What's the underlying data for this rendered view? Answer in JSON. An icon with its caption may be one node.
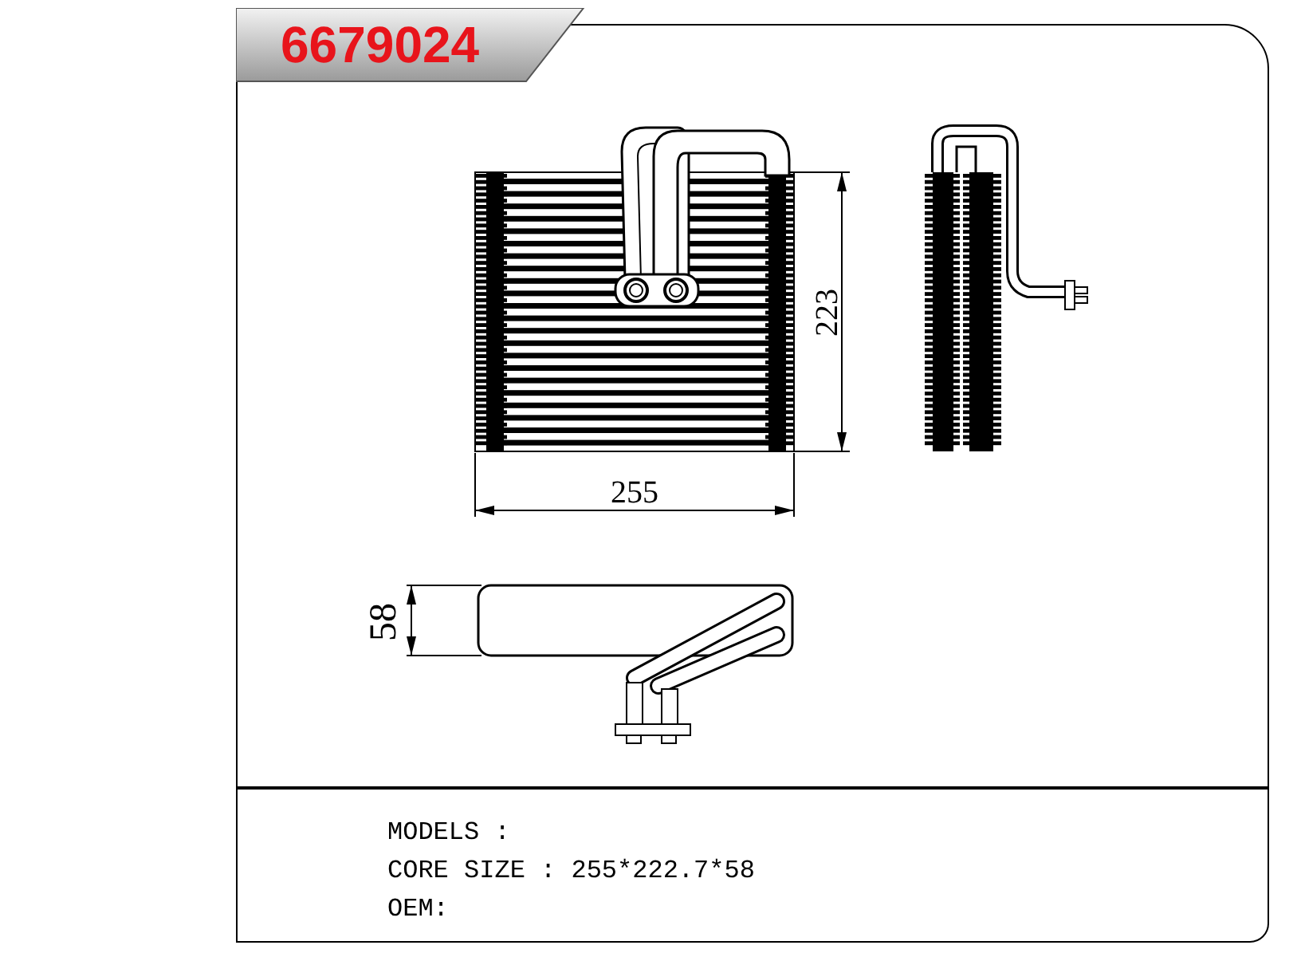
{
  "diagram": {
    "title": "6679024",
    "labels": [
      "223",
      "255",
      "58",
      "MODELS :",
      "CORE SIZE : 255*222.7*58",
      "OEM:"
    ]
  }
}
